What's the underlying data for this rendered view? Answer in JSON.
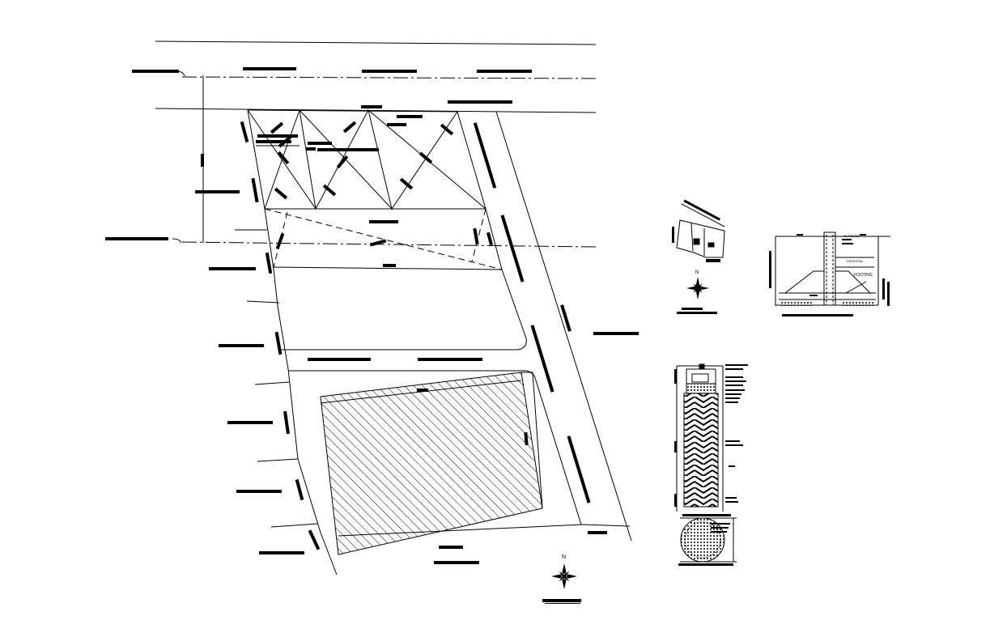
{
  "colors": {
    "background": "#ffffff",
    "linework": "#000000"
  },
  "icons": {
    "north_arrow": "compass-star-icon"
  },
  "drawing": {
    "site_plan": {
      "north_label": "N",
      "hatched_building": true
    },
    "key_plan": {
      "north_label": "N"
    },
    "wall_section": {
      "labels": {
        "cop": "co-tonrad",
        "footing": "FOOTING",
        "pedestal": "PEDESTAL"
      }
    }
  }
}
